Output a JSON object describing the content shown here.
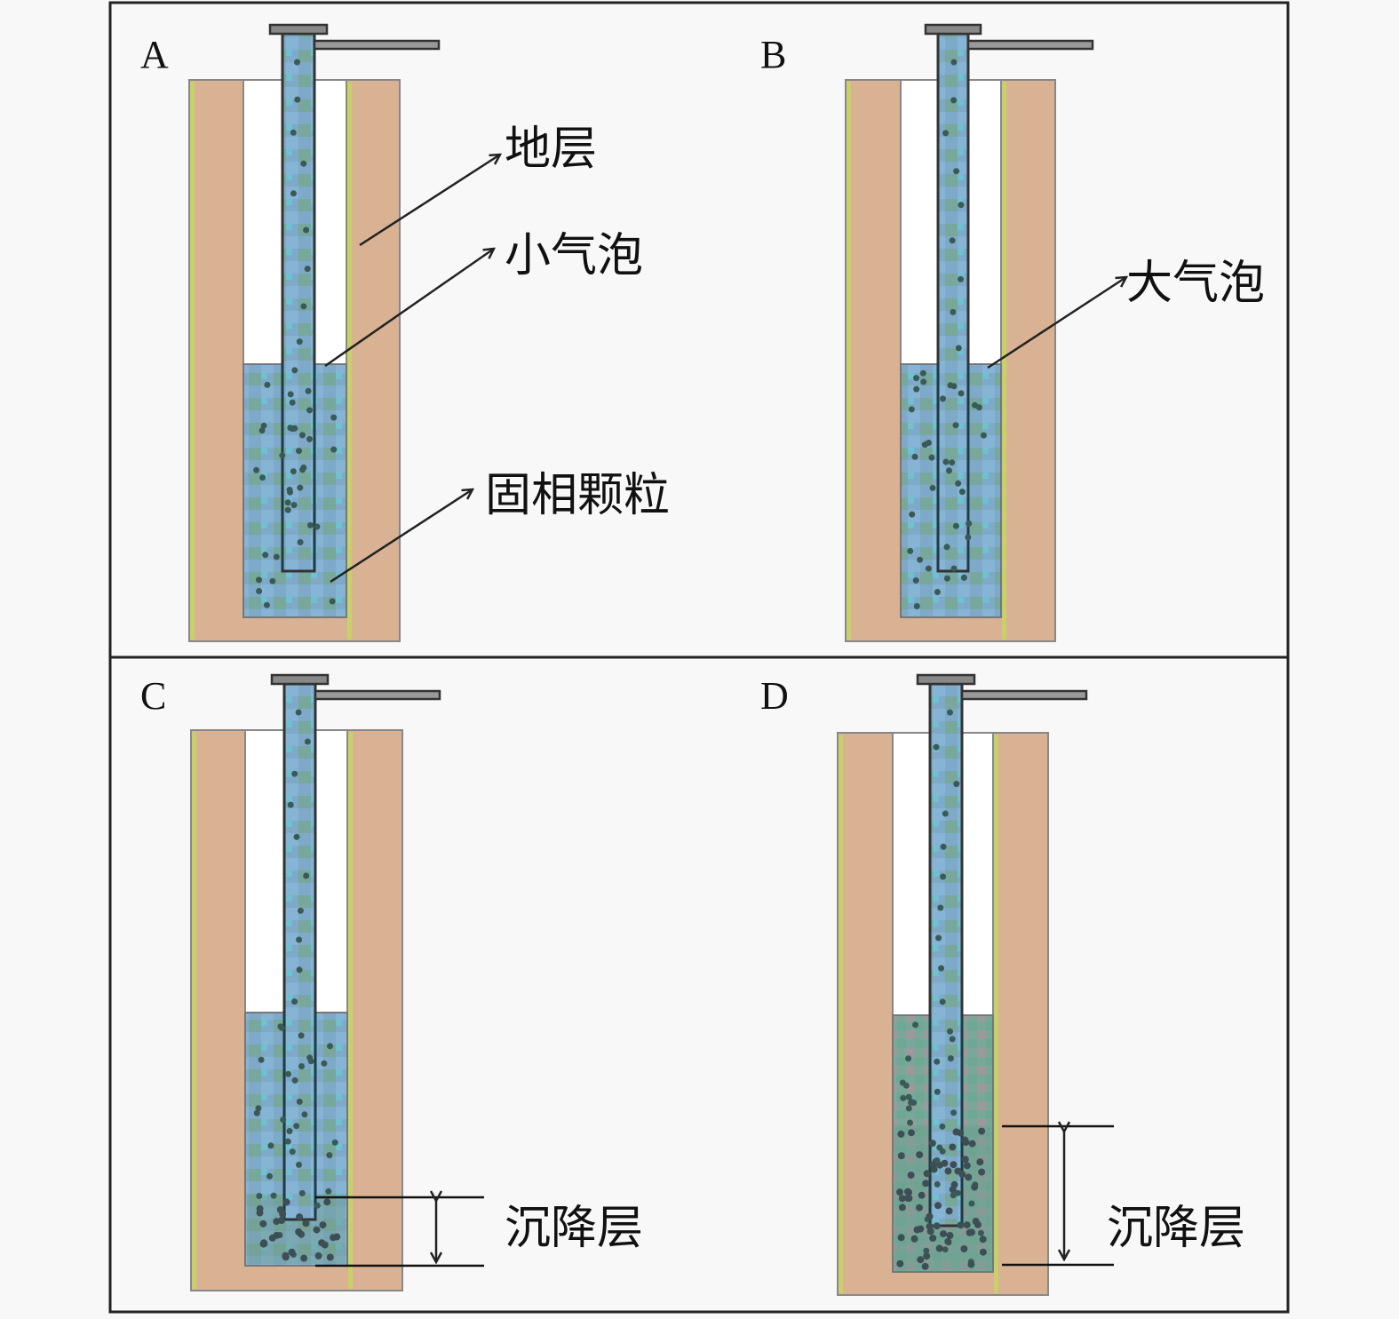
{
  "figure": {
    "panels": [
      {
        "id": "A",
        "label": "A",
        "bubble_size": "small",
        "has_settling_layer": false,
        "annotations": [
          {
            "target": "formation",
            "text": "地层"
          },
          {
            "target": "bubble",
            "text": "小气泡"
          },
          {
            "target": "particle",
            "text": "固相颗粒"
          }
        ]
      },
      {
        "id": "B",
        "label": "B",
        "bubble_size": "large",
        "has_settling_layer": false,
        "annotations": [
          {
            "target": "bubble",
            "text": "大气泡"
          }
        ]
      },
      {
        "id": "C",
        "label": "C",
        "has_settling_layer": true,
        "settling_fraction": 0.28,
        "annotations": [
          {
            "target": "settling-layer",
            "text": "沉降层"
          }
        ]
      },
      {
        "id": "D",
        "label": "D",
        "has_settling_layer": true,
        "settling_fraction": 0.57,
        "annotations": [
          {
            "target": "settling-layer",
            "text": "沉降层"
          }
        ]
      }
    ],
    "colors": {
      "formation": "#d8b293",
      "formation_edge": "#c8d06a",
      "fluid": "#7fa9c8",
      "fluid_alt": "#79a89a",
      "particle": "#3a5a55",
      "pipe": "#555555",
      "frame": "#222222",
      "background": "#f8f8f8"
    }
  }
}
